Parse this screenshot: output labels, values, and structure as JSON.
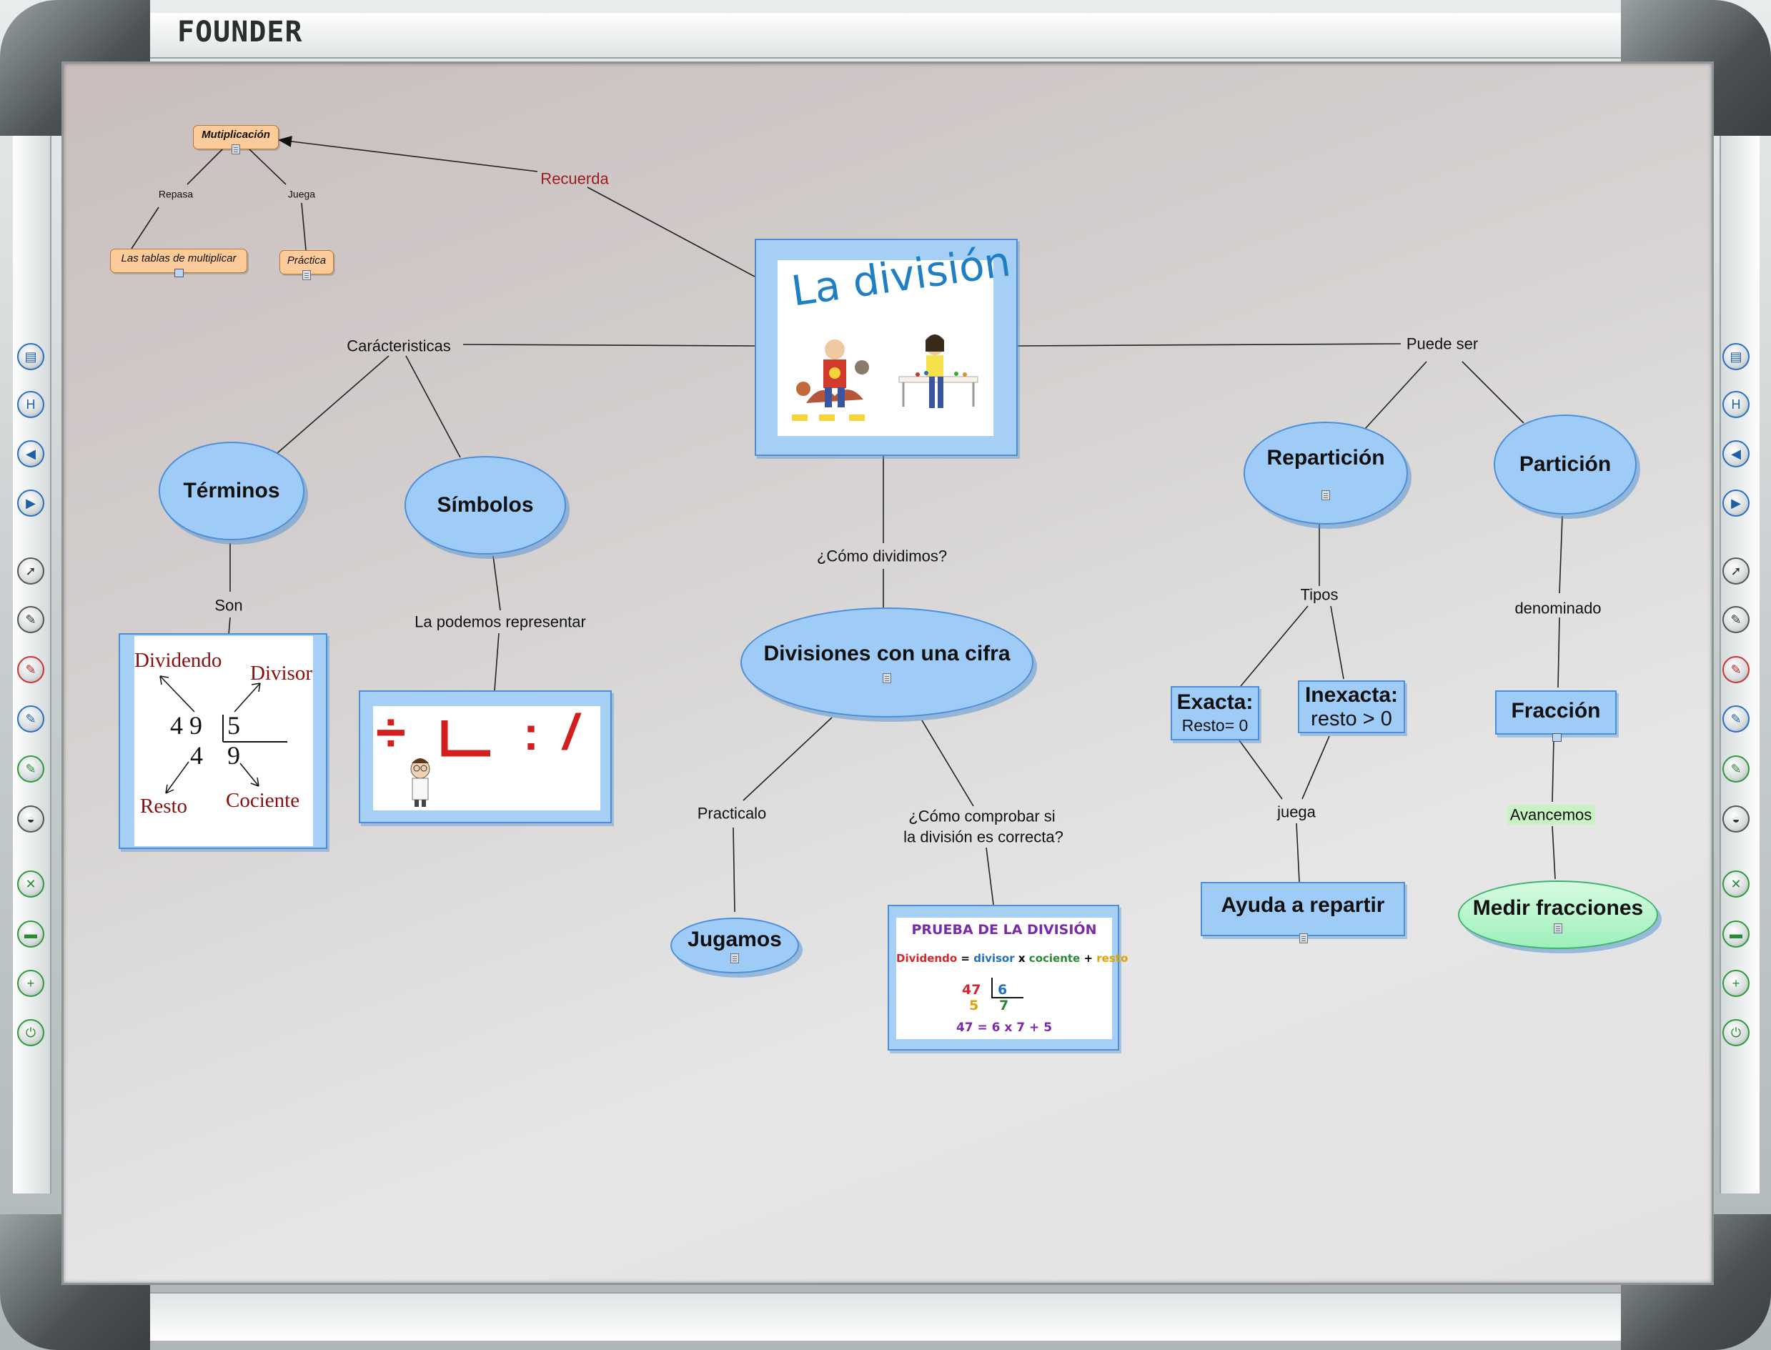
{
  "brand": "FOUNDER",
  "colors": {
    "node_fill": "#9fcbf7",
    "node_border": "#4a8fdc",
    "link_label_red": "#9b1c1c",
    "orange_node": "#fccb99",
    "green_node": "#9ef0bc"
  },
  "left_toolbar": [
    "page-icon",
    "save-icon",
    "back-arrow-icon",
    "forward-arrow-icon",
    "pointer-icon",
    "pen-icon",
    "red-pen-icon",
    "blue-pen-icon",
    "green-pen-icon",
    "eraser-icon",
    "tools-icon",
    "keyboard-icon",
    "add-icon",
    "power-icon"
  ],
  "right_toolbar": [
    "page-icon",
    "save-icon",
    "back-arrow-icon",
    "forward-arrow-icon",
    "pointer-icon",
    "pen-icon",
    "red-pen-icon",
    "blue-pen-icon",
    "green-pen-icon",
    "eraser-icon",
    "tools-icon",
    "keyboard-icon",
    "add-icon",
    "power-icon"
  ],
  "nodes": {
    "central_title": "La división",
    "multiplicacion": "Mutiplicación",
    "tablas": "Las tablas de multiplicar",
    "practica": "Práctica",
    "terminos": "Términos",
    "simbolos": "Símbolos",
    "divisiones": "Divisiones con una cifra",
    "jugamos": "Jugamos",
    "reparticion": "Repartición",
    "particion": "Partición",
    "exacta_title": "Exacta:",
    "exacta_sub": "Resto= 0",
    "inexacta_title": "Inexacta:",
    "inexacta_sub": "resto > 0",
    "fraccion": "Fracción",
    "ayuda": "Ayuda a repartir",
    "medir": "Medir fracciones"
  },
  "link_labels": {
    "recuerda": "Recuerda",
    "repasa": "Repasa",
    "juega_small": "Juega",
    "caracteristicas": "Carácteristicas",
    "puede_ser": "Puede ser",
    "como_dividimos": "¿Cómo dividimos?",
    "son": "Son",
    "representar": "La podemos representar",
    "practicalo": "Practicalo",
    "comprobar_1": "¿Cómo comprobar si",
    "comprobar_2": "la división es correcta?",
    "tipos": "Tipos",
    "juega": "juega",
    "denominado": "denominado",
    "avancemos": "Avancemos"
  },
  "terms_image": {
    "dividendo": "Dividendo",
    "divisor": "Divisor",
    "resto": "Resto",
    "cociente": "Cociente",
    "dividend_num": "4 9",
    "divisor_num": "5",
    "remainder_num": "4",
    "quotient_num": "9"
  },
  "proof_image": {
    "title": "PRUEBA DE LA DIVISIÓN",
    "w_dividendo": "Dividendo",
    "w_eq": "=",
    "w_divisor": "divisor",
    "w_x": "x",
    "w_cociente": "cociente",
    "w_plus": "+",
    "w_resto": "resto",
    "n_47": "47",
    "n_6": "6",
    "n_5": "5",
    "n_7": "7",
    "check": "47 = 6 x 7 + 5"
  },
  "symbols_image": {
    "division_sign": "÷",
    "colon": ":",
    "slash": "/"
  }
}
